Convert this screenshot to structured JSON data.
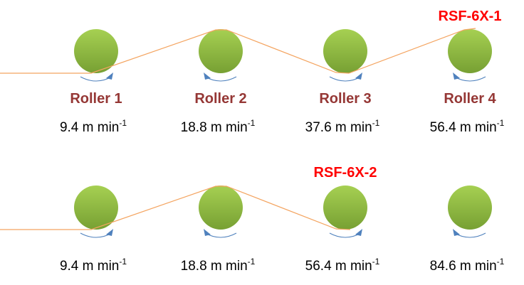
{
  "colors": {
    "roller": "#8fbc3c",
    "film": "#f4a460",
    "arrow": "#4f81bd",
    "roller_label": "#953735",
    "tag": "#ff0000"
  },
  "rows": [
    {
      "tag": "RSF-6X-1",
      "tag_roller": 3,
      "rollers": [
        {
          "name": "Roller 1",
          "speed": "9.4 m min",
          "direction": "cw"
        },
        {
          "name": "Roller 2",
          "speed": "18.8 m min",
          "direction": "ccw"
        },
        {
          "name": "Roller 3",
          "speed": "37.6 m min",
          "direction": "cw"
        },
        {
          "name": "Roller 4",
          "speed": "56.4 m min",
          "direction": "ccw"
        }
      ]
    },
    {
      "tag": "RSF-6X-2",
      "tag_roller": 2,
      "rollers": [
        {
          "name": "",
          "speed": "9.4 m min",
          "direction": "cw"
        },
        {
          "name": "",
          "speed": "18.8 m min",
          "direction": "ccw"
        },
        {
          "name": "",
          "speed": "56.4 m min",
          "direction": "cw"
        },
        {
          "name": "",
          "speed": "84.6 m min",
          "direction": "ccw"
        }
      ]
    }
  ],
  "unit_exponent": "-1"
}
